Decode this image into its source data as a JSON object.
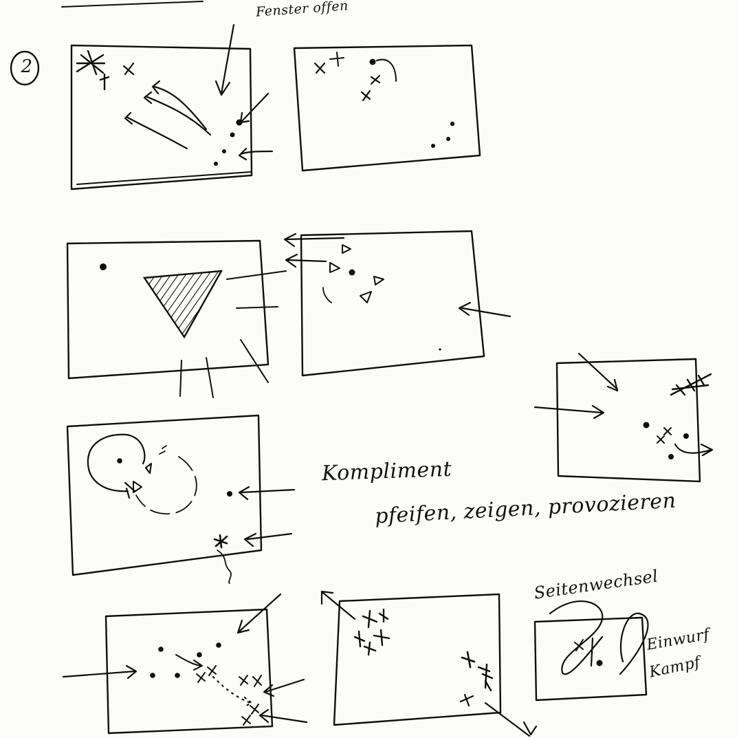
{
  "page_number": "2",
  "annotations": {
    "top_label": "Fenster offen",
    "note_line_1": "Kompliment",
    "note_line_2": "pfeifen, zeigen, provozieren",
    "br_label_1": "Seitenwechsel",
    "br_label_2": "Einwurf",
    "br_label_3": "Kampf"
  },
  "colors": {
    "ink": "#0d0d0d",
    "paper": "#fcfcfa"
  }
}
